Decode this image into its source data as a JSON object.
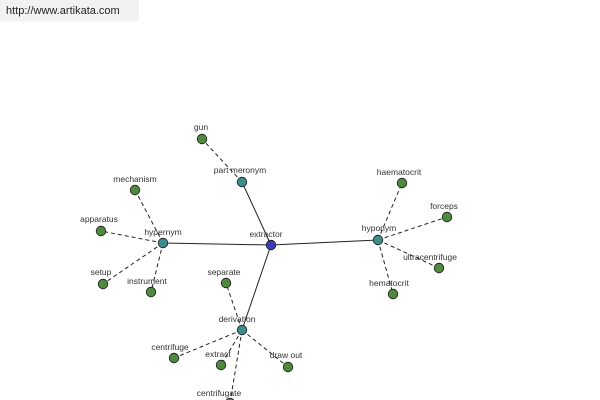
{
  "banner": {
    "url_text": "http://www.artikata.com"
  },
  "colors": {
    "center": "#3c3cb4",
    "relation": "#3e8c8c",
    "leaf": "#4e8a3e",
    "edge": "#222222"
  },
  "graph": {
    "nodes": [
      {
        "id": "extractor",
        "label": "extractor",
        "kind": "center"
      },
      {
        "id": "part_meronym",
        "label": "part meronym",
        "kind": "relation"
      },
      {
        "id": "hypernym",
        "label": "hypernym",
        "kind": "relation"
      },
      {
        "id": "hyponym",
        "label": "hyponym",
        "kind": "relation"
      },
      {
        "id": "derivation",
        "label": "derivation",
        "kind": "relation"
      },
      {
        "id": "gun",
        "label": "gun",
        "kind": "leaf"
      },
      {
        "id": "mechanism",
        "label": "mechanism",
        "kind": "leaf"
      },
      {
        "id": "apparatus",
        "label": "apparatus",
        "kind": "leaf"
      },
      {
        "id": "setup",
        "label": "setup",
        "kind": "leaf"
      },
      {
        "id": "instrument",
        "label": "instrument",
        "kind": "leaf"
      },
      {
        "id": "haematocrit",
        "label": "haematocrit",
        "kind": "leaf"
      },
      {
        "id": "forceps",
        "label": "forceps",
        "kind": "leaf"
      },
      {
        "id": "ultracentrifuge",
        "label": "ultracentrifuge",
        "kind": "leaf"
      },
      {
        "id": "hematocrit",
        "label": "hematocrit",
        "kind": "leaf"
      },
      {
        "id": "separate",
        "label": "separate",
        "kind": "leaf"
      },
      {
        "id": "centrifuge",
        "label": "centrifuge",
        "kind": "leaf"
      },
      {
        "id": "extract",
        "label": "extract",
        "kind": "leaf"
      },
      {
        "id": "draw_out",
        "label": "draw out",
        "kind": "leaf"
      },
      {
        "id": "centrifugate",
        "label": "centrifugate",
        "kind": "leaf"
      }
    ],
    "edges": [
      {
        "from": "extractor",
        "to": "part_meronym",
        "style": "solid"
      },
      {
        "from": "extractor",
        "to": "hypernym",
        "style": "solid"
      },
      {
        "from": "extractor",
        "to": "hyponym",
        "style": "solid"
      },
      {
        "from": "extractor",
        "to": "derivation",
        "style": "solid"
      },
      {
        "from": "part_meronym",
        "to": "gun",
        "style": "dashed"
      },
      {
        "from": "hypernym",
        "to": "mechanism",
        "style": "dashed"
      },
      {
        "from": "hypernym",
        "to": "apparatus",
        "style": "dashed"
      },
      {
        "from": "hypernym",
        "to": "setup",
        "style": "dashed"
      },
      {
        "from": "hypernym",
        "to": "instrument",
        "style": "dashed"
      },
      {
        "from": "hyponym",
        "to": "haematocrit",
        "style": "dashed"
      },
      {
        "from": "hyponym",
        "to": "forceps",
        "style": "dashed"
      },
      {
        "from": "hyponym",
        "to": "ultracentrifuge",
        "style": "dashed"
      },
      {
        "from": "hyponym",
        "to": "hematocrit",
        "style": "dashed"
      },
      {
        "from": "derivation",
        "to": "separate",
        "style": "dashed"
      },
      {
        "from": "derivation",
        "to": "centrifuge",
        "style": "dashed"
      },
      {
        "from": "derivation",
        "to": "extract",
        "style": "dashed"
      },
      {
        "from": "derivation",
        "to": "draw_out",
        "style": "dashed"
      },
      {
        "from": "derivation",
        "to": "centrifugate",
        "style": "dashed"
      }
    ]
  }
}
